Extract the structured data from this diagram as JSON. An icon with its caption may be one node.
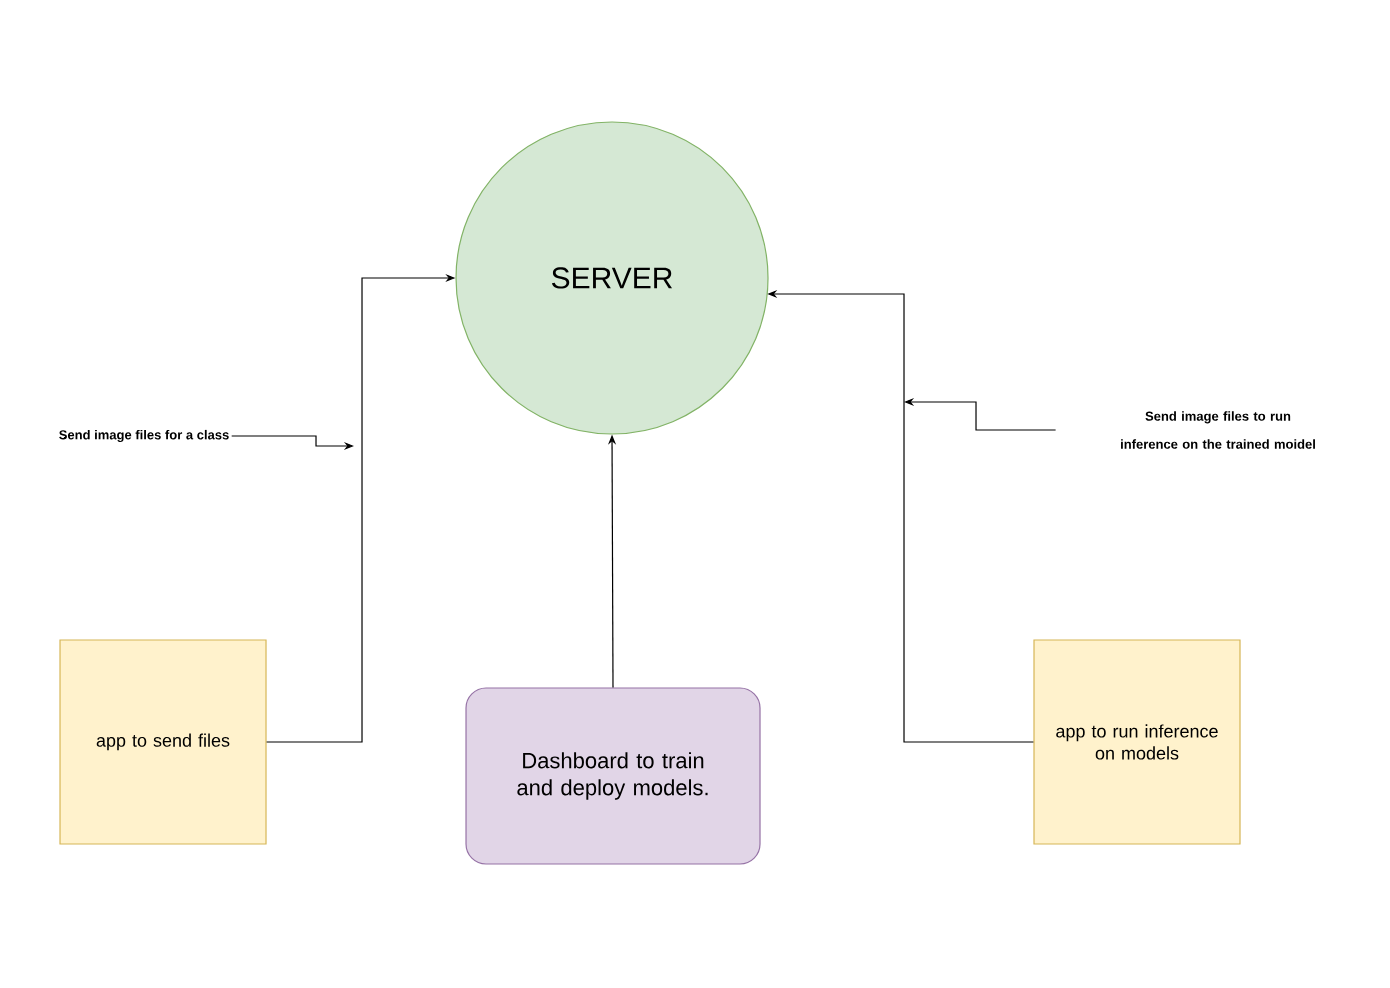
{
  "diagram": {
    "nodes": [
      {
        "text": [
          "SERVER"
        ]
      },
      {
        "text": [
          "app to send files"
        ]
      },
      {
        "text": [
          "Dashboard to train and deploy models."
        ]
      },
      {
        "text": [
          "app to run inference on models"
        ]
      },
      {
        "text": [
          "Send image files for a class"
        ]
      },
      {
        "text": [
          "Send image files to run inference on the trained moidel"
        ]
      }
    ],
    "edges": [
      {
        "from": 1,
        "to": 0,
        "arrow": "to"
      },
      {
        "from": 2,
        "to": 0,
        "arrow": "to"
      },
      {
        "from": 3,
        "to": 0,
        "arrow": "to"
      },
      {
        "from": 4,
        "to": null,
        "arrow": "to"
      },
      {
        "from": 5,
        "to": null,
        "arrow": "to"
      }
    ]
  }
}
